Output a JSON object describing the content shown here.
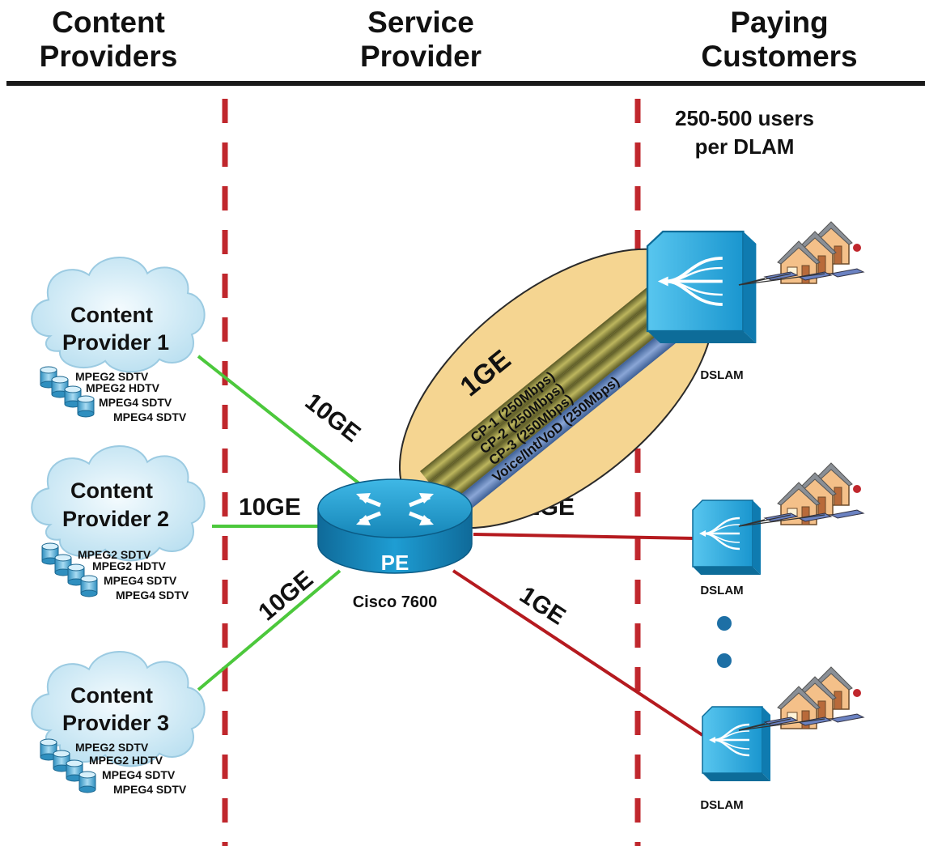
{
  "header": {
    "col1": [
      "Content",
      "Providers"
    ],
    "col2": [
      "Service",
      "Provider"
    ],
    "col3": [
      "Paying",
      "Customers"
    ]
  },
  "users_note": [
    "250-500 users",
    "per DLAM"
  ],
  "content_providers": [
    {
      "name": [
        "Content",
        "Provider 1"
      ],
      "streams": [
        "MPEG2 SDTV",
        "MPEG2 HDTV",
        "MPEG4 SDTV",
        "MPEG4 SDTV"
      ],
      "link_label": "10GE"
    },
    {
      "name": [
        "Content",
        "Provider 2"
      ],
      "streams": [
        "MPEG2 SDTV",
        "MPEG2 HDTV",
        "MPEG4 SDTV",
        "MPEG4 SDTV"
      ],
      "link_label": "10GE"
    },
    {
      "name": [
        "Content",
        "Provider 3"
      ],
      "streams": [
        "MPEG2 SDTV",
        "MPEG2 HDTV",
        "MPEG4 SDTV",
        "MPEG4 SDTV"
      ],
      "link_label": "10GE"
    }
  ],
  "router": {
    "badge": "PE",
    "model": "Cisco 7600"
  },
  "pipe": {
    "label": "1GE",
    "channels": [
      "CP-1 (250Mbps)",
      "CP-2 (250Mbps)",
      "CP-3 (250Mbps)",
      "Voice/Int/VoD (250Mbps)"
    ]
  },
  "dslams": [
    {
      "label": "DSLAM"
    },
    {
      "label": "DSLAM",
      "link_label": "1GE"
    },
    {
      "label": "DSLAM",
      "link_label": "1GE"
    }
  ],
  "colors": {
    "divider": "#c0272d",
    "green_link": "#4cc83c",
    "red_link": "#b51a1f",
    "ellipse_fill": "#f5d591",
    "stripe": "#8e8a44",
    "voice_stripe": "#5f80b5",
    "device_blue": "#1ba7dc",
    "cloud": "#d6eef8"
  },
  "icons": [
    "router-icon",
    "dslam-icon",
    "house-icon",
    "cloud-icon",
    "database-icon",
    "ellipsis-dot-icon"
  ]
}
